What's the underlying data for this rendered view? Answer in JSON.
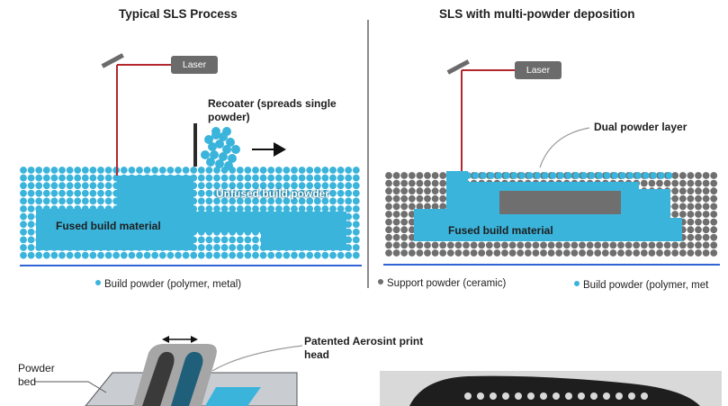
{
  "left_panel": {
    "title": "Typical SLS Process",
    "laser_label": "Laser",
    "recoater_label": "Recoater (spreads single powder)",
    "unfused_label": "Unfused build powder",
    "fused_label": "Fused build material",
    "legend": "Build powder (polymer, metal)"
  },
  "right_panel": {
    "title": "SLS with multi-powder deposition",
    "laser_label": "Laser",
    "dual_layer_label": "Dual powder layer",
    "fused_label": "Fused build material",
    "legend_support": "Support powder (ceramic)",
    "legend_build": "Build powder (polymer, met"
  },
  "bottom": {
    "printhead_label": "Patented Aerosint print head",
    "powder_bed_label": "Powder bed"
  },
  "colors": {
    "build_powder": "#3bb4dc",
    "fused": "#3bb4dc",
    "support_powder": "#6f6f6f",
    "laser_beam": "#b3272d",
    "baseline": "#2f63d6",
    "laser_box": "#6b6b6b"
  }
}
